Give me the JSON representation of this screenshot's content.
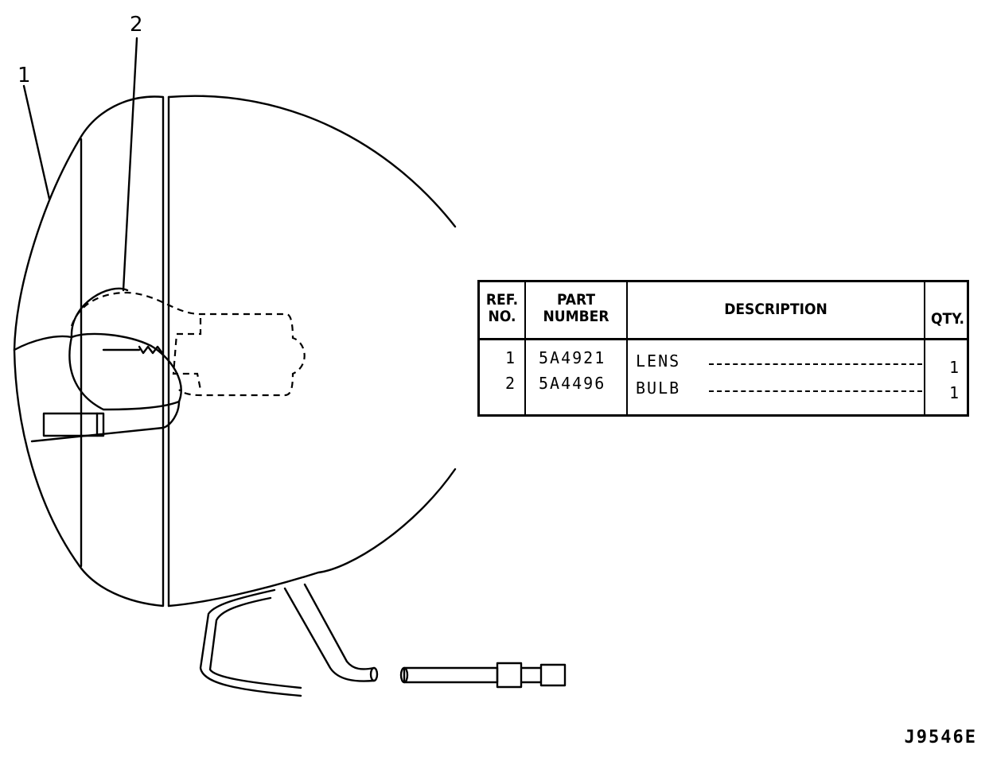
{
  "callouts": {
    "ref1": "1",
    "ref2": "2"
  },
  "table": {
    "headers": {
      "ref_no": "REF.\nNO.",
      "part_number": "PART\nNUMBER",
      "description": "DESCRIPTION",
      "qty": "QTY."
    },
    "rows": [
      {
        "ref": "1",
        "part": "5A4921",
        "description": "LENS",
        "qty": "1"
      },
      {
        "ref": "2",
        "part": "5A4496",
        "description": "BULB",
        "qty": "1"
      }
    ]
  },
  "figure_id": "J9546E"
}
